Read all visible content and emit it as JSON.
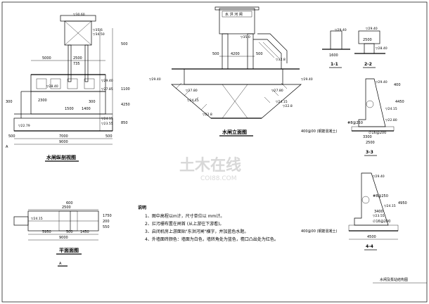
{
  "frame": {
    "sheet_title": "水闸及泵站结构图"
  },
  "watermark": {
    "brand": "土木在线",
    "site": "COI88.COM"
  },
  "views": {
    "longitudinal": {
      "title": "水闸纵剖视图",
      "elevations": [
        "▽35.6",
        "▽34.50",
        "▽28.40",
        "▽27.85",
        "▽29.40",
        "▽24.15",
        "▽23.55",
        "▽22.79",
        "▽30.60"
      ],
      "dims": [
        "5000",
        "2500",
        "735",
        "2300",
        "1500",
        "1400",
        "300",
        "300",
        "7000",
        "9000",
        "500",
        "500",
        "1100",
        "300",
        "4250",
        "500",
        "850"
      ],
      "section_mark": "A"
    },
    "elevation": {
      "title": "水闸立面图",
      "plaque": "水 洪    河 闸",
      "elevations": [
        "▽35.0",
        "▽32.8",
        "▽29.40",
        "▽29.40",
        "▽27.80",
        "▽27.80",
        "▽24.15",
        "▽24.15",
        "▽22.8",
        "▽22.8"
      ],
      "dims": [
        "500",
        "4200",
        "500"
      ]
    },
    "plan": {
      "title": "平面面图",
      "elevations": [
        "▽24.15"
      ],
      "dims": [
        "5950",
        "9000",
        "2500",
        "1450",
        "500",
        "600",
        "1750",
        "200",
        "550"
      ],
      "section_mark": "A"
    },
    "s11": {
      "label": "1-1",
      "dims": [
        "▽29.40",
        "1600"
      ]
    },
    "s22": {
      "label": "2-2",
      "dims": [
        "▽29.40",
        "2500",
        "▽28.40"
      ]
    },
    "s33": {
      "label": "3-3",
      "dims": [
        "▽29.40",
        "▽24.15",
        "▽22.80",
        "400",
        "3300",
        "2500",
        "4450",
        "#8@250",
        "∅16@200",
        "400@00 (钢筋混凝土)"
      ]
    },
    "s44": {
      "label": "4-4",
      "dims": [
        "▽29.40",
        "▽23.55",
        "▽24.15",
        "4500",
        "3400",
        "4950",
        "#8@250",
        "∅16@200",
        "400@00 (钢筋混凝土)"
      ]
    }
  },
  "notes": {
    "heading": "说明",
    "items": [
      "1、图中高程以m计，尺寸单位以 mm计。",
      "2、拦污栅布置在闸首 (从上游往下游看)。",
      "3、启闭机房上游面贴\"东洪河闸\"横字，并加蓝色水题。",
      "4、外墙面砖颜色：墙面为白色，墙转角处为蓝色，檐口凸出处为红色。"
    ]
  }
}
